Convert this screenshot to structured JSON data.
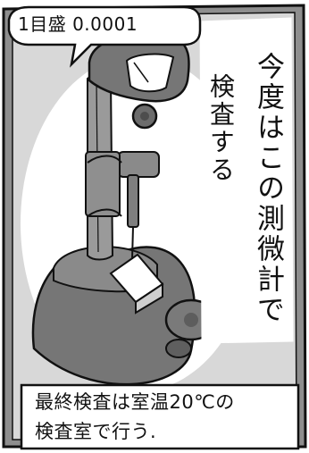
{
  "bubble": {
    "text": "1目盛 0.0001"
  },
  "narration": {
    "column_right": "今度はこの測微計で",
    "column_left": "検査する"
  },
  "caption": {
    "line1": "最終検査は室温20℃の",
    "line2": "検査室で行う."
  }
}
